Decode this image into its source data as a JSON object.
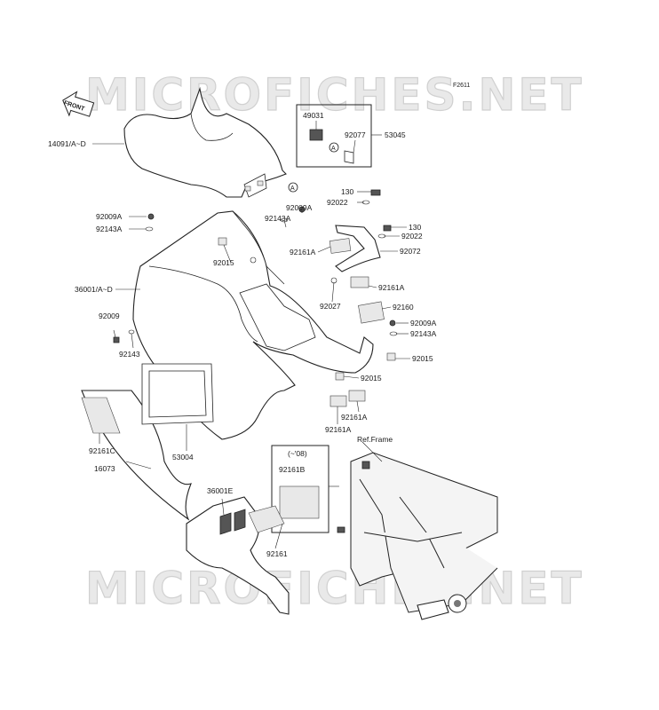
{
  "watermark": "MICROFICHES.NET",
  "code": "F2611",
  "front_label": "FRONT",
  "ref_frame": "Ref.Frame",
  "kit_variant": "(~'08)",
  "callout_a": "A",
  "labels": [
    {
      "id": "14091",
      "text": "14091/A~D"
    },
    {
      "id": "49031",
      "text": "49031"
    },
    {
      "id": "92077",
      "text": "92077"
    },
    {
      "id": "53045",
      "text": "53045"
    },
    {
      "id": "130a",
      "text": "130"
    },
    {
      "id": "92022a",
      "text": "92022"
    },
    {
      "id": "92009A-a",
      "text": "92009A"
    },
    {
      "id": "92143A-a",
      "text": "92143A"
    },
    {
      "id": "92009A-b",
      "text": "92009A"
    },
    {
      "id": "92143A-b",
      "text": "92143A"
    },
    {
      "id": "130b",
      "text": "130"
    },
    {
      "id": "92022b",
      "text": "92022"
    },
    {
      "id": "92161A-a",
      "text": "92161A"
    },
    {
      "id": "92072",
      "text": "92072"
    },
    {
      "id": "92015a",
      "text": "92015"
    },
    {
      "id": "36001",
      "text": "36001/A~D"
    },
    {
      "id": "92161A-b",
      "text": "92161A"
    },
    {
      "id": "92027",
      "text": "92027"
    },
    {
      "id": "92160",
      "text": "92160"
    },
    {
      "id": "92009",
      "text": "92009"
    },
    {
      "id": "92009A-c",
      "text": "92009A"
    },
    {
      "id": "92143",
      "text": "92143"
    },
    {
      "id": "92143A-c",
      "text": "92143A"
    },
    {
      "id": "92015b",
      "text": "92015"
    },
    {
      "id": "92015c",
      "text": "92015"
    },
    {
      "id": "92161A-c",
      "text": "92161A"
    },
    {
      "id": "92161A-d",
      "text": "92161A"
    },
    {
      "id": "92161C",
      "text": "92161C"
    },
    {
      "id": "16073",
      "text": "16073"
    },
    {
      "id": "53004",
      "text": "53004"
    },
    {
      "id": "92161B",
      "text": "92161B"
    },
    {
      "id": "36001E",
      "text": "36001E"
    },
    {
      "id": "92161",
      "text": "92161"
    }
  ]
}
